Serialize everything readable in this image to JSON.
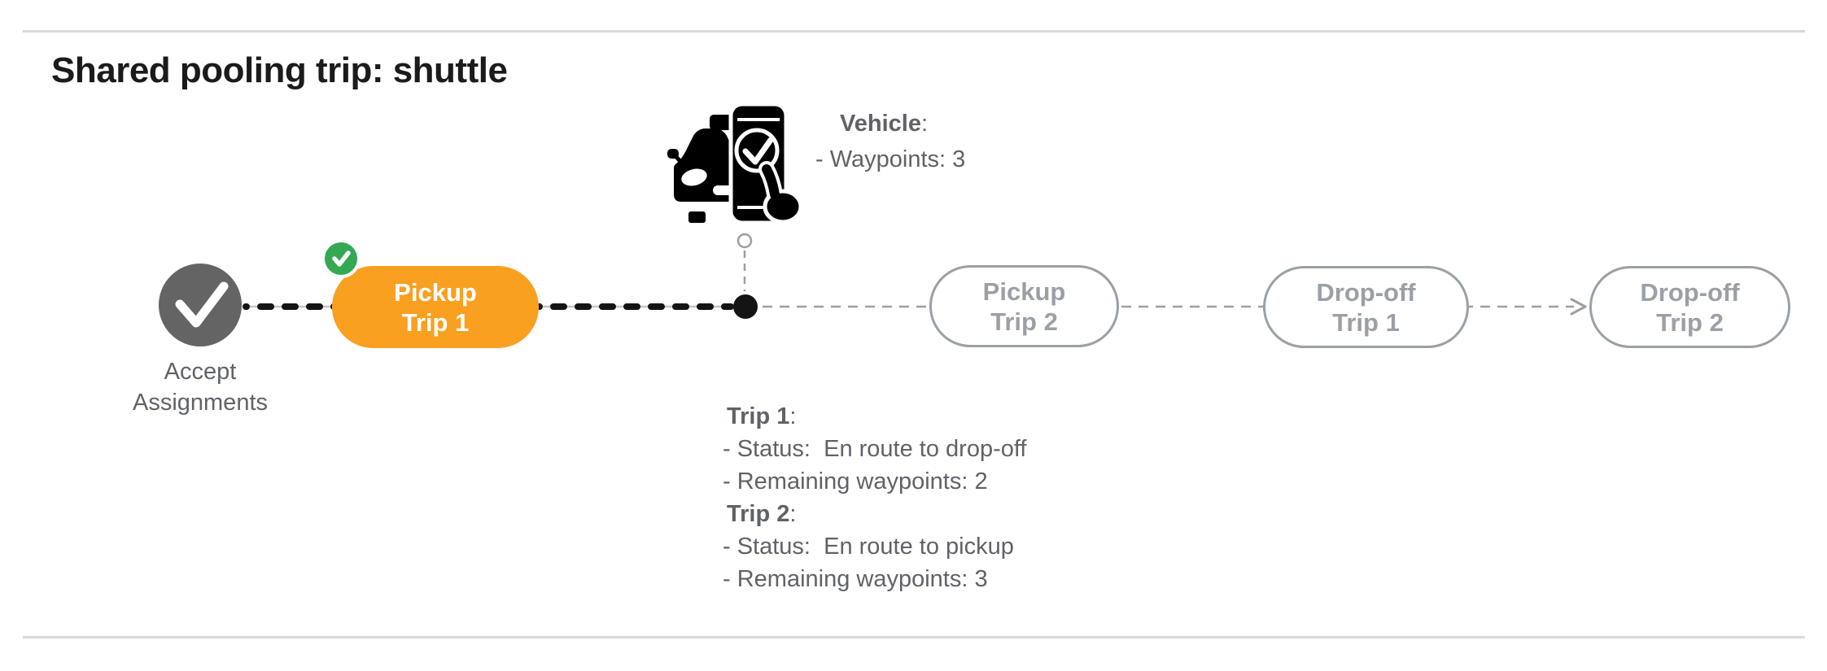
{
  "colors": {
    "background": "#ffffff",
    "rule": "#d9d9d9",
    "title_text": "#1b1b1b",
    "text_gray": "#5f6368",
    "node_gray": "#646464",
    "pending_gray": "#9aa0a6",
    "track_gray": "#c6c6c6",
    "active_orange": "#f9a020",
    "done_green": "#34a853",
    "line_black": "#141414"
  },
  "header": {
    "title": "Shared pooling trip: shuttle"
  },
  "start_node": {
    "icon": "check-icon",
    "label_line1": "Accept",
    "label_line2": "Assignments"
  },
  "steps": [
    {
      "line1": "Pickup",
      "line2": "Trip 1",
      "state": "completed-active",
      "badge_icon": "check-icon"
    },
    {
      "line1": "Pickup",
      "line2": "Trip 2",
      "state": "pending"
    },
    {
      "line1": "Drop-off",
      "line2": "Trip 1",
      "state": "pending"
    },
    {
      "line1": "Drop-off",
      "line2": "Trip 2",
      "state": "pending"
    }
  ],
  "vehicle_info": {
    "icon": "robotaxi-phone-check-icon",
    "label": "Vehicle",
    "colon": ":",
    "waypoints_line": "- Waypoints: 3"
  },
  "trip_info": {
    "colon": ":",
    "trip1": {
      "label": "Trip 1",
      "status_line": "- Status:  En route to drop-off",
      "remaining_line": "- Remaining waypoints: 2"
    },
    "trip2": {
      "label": "Trip 2",
      "status_line": "- Status:  En route to pickup",
      "remaining_line": "- Remaining waypoints: 3"
    }
  }
}
